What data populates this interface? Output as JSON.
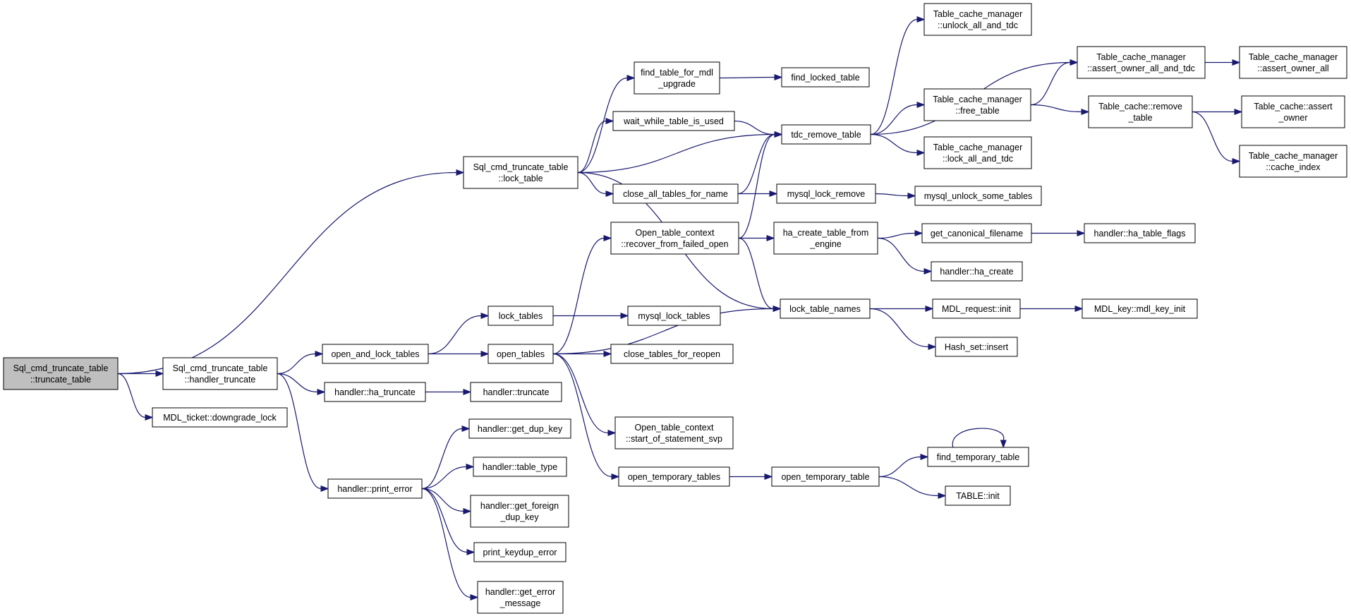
{
  "colors": {
    "edge": "#191970",
    "root_fill": "#bfbfbf",
    "node_fill": "#ffffff",
    "node_stroke": "#000000"
  },
  "nodes": [
    {
      "id": "truncate_table",
      "lines": [
        "Sql_cmd_truncate_table",
        "::truncate_table"
      ]
    },
    {
      "id": "lock_table",
      "lines": [
        "Sql_cmd_truncate_table",
        "::lock_table"
      ]
    },
    {
      "id": "handler_truncate",
      "lines": [
        "Sql_cmd_truncate_table",
        "::handler_truncate"
      ]
    },
    {
      "id": "downgrade_lock",
      "lines": [
        "MDL_ticket::downgrade_lock"
      ]
    },
    {
      "id": "find_table_for_mdl_upgrade",
      "lines": [
        "find_table_for_mdl",
        "_upgrade"
      ]
    },
    {
      "id": "wait_while_table_is_used",
      "lines": [
        "wait_while_table_is_used"
      ]
    },
    {
      "id": "close_all_tables_for_name",
      "lines": [
        "close_all_tables_for_name"
      ]
    },
    {
      "id": "find_locked_table",
      "lines": [
        "find_locked_table"
      ]
    },
    {
      "id": "tdc_remove_table",
      "lines": [
        "tdc_remove_table"
      ]
    },
    {
      "id": "unlock_all_and_tdc",
      "lines": [
        "Table_cache_manager",
        "::unlock_all_and_tdc"
      ]
    },
    {
      "id": "assert_owner_all_and_tdc",
      "lines": [
        "Table_cache_manager",
        "::assert_owner_all_and_tdc"
      ]
    },
    {
      "id": "assert_owner_all",
      "lines": [
        "Table_cache_manager",
        "::assert_owner_all"
      ]
    },
    {
      "id": "free_table",
      "lines": [
        "Table_cache_manager",
        "::free_table"
      ]
    },
    {
      "id": "lock_all_and_tdc",
      "lines": [
        "Table_cache_manager",
        "::lock_all_and_tdc"
      ]
    },
    {
      "id": "remove_table",
      "lines": [
        "Table_cache::remove",
        "_table"
      ]
    },
    {
      "id": "assert_owner",
      "lines": [
        "Table_cache::assert",
        "_owner"
      ]
    },
    {
      "id": "cache_index",
      "lines": [
        "Table_cache_manager",
        "::cache_index"
      ]
    },
    {
      "id": "mysql_lock_remove",
      "lines": [
        "mysql_lock_remove"
      ]
    },
    {
      "id": "mysql_unlock_some_tables",
      "lines": [
        "mysql_unlock_some_tables"
      ]
    },
    {
      "id": "recover_from_failed_open",
      "lines": [
        "Open_table_context",
        "::recover_from_failed_open"
      ]
    },
    {
      "id": "ha_create_table_from_engine",
      "lines": [
        "ha_create_table_from",
        "_engine"
      ]
    },
    {
      "id": "get_canonical_filename",
      "lines": [
        "get_canonical_filename"
      ]
    },
    {
      "id": "ha_table_flags",
      "lines": [
        "handler::ha_table_flags"
      ]
    },
    {
      "id": "ha_create",
      "lines": [
        "handler::ha_create"
      ]
    },
    {
      "id": "lock_table_names",
      "lines": [
        "lock_table_names"
      ]
    },
    {
      "id": "mdl_request_init",
      "lines": [
        "MDL_request::init"
      ]
    },
    {
      "id": "mdl_key_init",
      "lines": [
        "MDL_key::mdl_key_init"
      ]
    },
    {
      "id": "hash_set_insert",
      "lines": [
        "Hash_set::insert"
      ]
    },
    {
      "id": "open_and_lock_tables",
      "lines": [
        "open_and_lock_tables"
      ]
    },
    {
      "id": "lock_tables",
      "lines": [
        "lock_tables"
      ]
    },
    {
      "id": "mysql_lock_tables",
      "lines": [
        "mysql_lock_tables"
      ]
    },
    {
      "id": "open_tables",
      "lines": [
        "open_tables"
      ]
    },
    {
      "id": "close_tables_for_reopen",
      "lines": [
        "close_tables_for_reopen"
      ]
    },
    {
      "id": "ha_truncate",
      "lines": [
        "handler::ha_truncate"
      ]
    },
    {
      "id": "handler_truncate_fn",
      "lines": [
        "handler::truncate"
      ]
    },
    {
      "id": "start_of_statement_svp",
      "lines": [
        "Open_table_context",
        "::start_of_statement_svp"
      ]
    },
    {
      "id": "open_temporary_tables",
      "lines": [
        "open_temporary_tables"
      ]
    },
    {
      "id": "open_temporary_table",
      "lines": [
        "open_temporary_table"
      ]
    },
    {
      "id": "find_temporary_table",
      "lines": [
        "find_temporary_table"
      ]
    },
    {
      "id": "table_init",
      "lines": [
        "TABLE::init"
      ]
    },
    {
      "id": "print_error",
      "lines": [
        "handler::print_error"
      ]
    },
    {
      "id": "get_dup_key",
      "lines": [
        "handler::get_dup_key"
      ]
    },
    {
      "id": "table_type",
      "lines": [
        "handler::table_type"
      ]
    },
    {
      "id": "get_foreign_dup_key",
      "lines": [
        "handler::get_foreign",
        "_dup_key"
      ]
    },
    {
      "id": "print_keydup_error",
      "lines": [
        "print_keydup_error"
      ]
    },
    {
      "id": "get_error_message",
      "lines": [
        "handler::get_error",
        "_message"
      ]
    }
  ],
  "edges": [
    [
      "truncate_table",
      "lock_table"
    ],
    [
      "truncate_table",
      "handler_truncate"
    ],
    [
      "truncate_table",
      "downgrade_lock"
    ],
    [
      "lock_table",
      "find_table_for_mdl_upgrade"
    ],
    [
      "lock_table",
      "wait_while_table_is_used"
    ],
    [
      "lock_table",
      "tdc_remove_table"
    ],
    [
      "lock_table",
      "close_all_tables_for_name"
    ],
    [
      "lock_table",
      "lock_table_names"
    ],
    [
      "find_table_for_mdl_upgrade",
      "find_locked_table"
    ],
    [
      "wait_while_table_is_used",
      "tdc_remove_table"
    ],
    [
      "close_all_tables_for_name",
      "tdc_remove_table"
    ],
    [
      "close_all_tables_for_name",
      "mysql_lock_remove"
    ],
    [
      "tdc_remove_table",
      "unlock_all_and_tdc"
    ],
    [
      "tdc_remove_table",
      "assert_owner_all_and_tdc"
    ],
    [
      "tdc_remove_table",
      "free_table"
    ],
    [
      "tdc_remove_table",
      "lock_all_and_tdc"
    ],
    [
      "assert_owner_all_and_tdc",
      "assert_owner_all"
    ],
    [
      "free_table",
      "assert_owner_all_and_tdc"
    ],
    [
      "free_table",
      "remove_table"
    ],
    [
      "remove_table",
      "assert_owner"
    ],
    [
      "remove_table",
      "cache_index"
    ],
    [
      "mysql_lock_remove",
      "mysql_unlock_some_tables"
    ],
    [
      "recover_from_failed_open",
      "tdc_remove_table"
    ],
    [
      "recover_from_failed_open",
      "ha_create_table_from_engine"
    ],
    [
      "recover_from_failed_open",
      "lock_table_names"
    ],
    [
      "ha_create_table_from_engine",
      "get_canonical_filename"
    ],
    [
      "ha_create_table_from_engine",
      "ha_create"
    ],
    [
      "get_canonical_filename",
      "ha_table_flags"
    ],
    [
      "lock_table_names",
      "mdl_request_init"
    ],
    [
      "lock_table_names",
      "hash_set_insert"
    ],
    [
      "mdl_request_init",
      "mdl_key_init"
    ],
    [
      "handler_truncate",
      "open_and_lock_tables"
    ],
    [
      "handler_truncate",
      "ha_truncate"
    ],
    [
      "handler_truncate",
      "print_error"
    ],
    [
      "open_and_lock_tables",
      "lock_tables"
    ],
    [
      "open_and_lock_tables",
      "open_tables"
    ],
    [
      "lock_tables",
      "mysql_lock_tables"
    ],
    [
      "open_tables",
      "recover_from_failed_open"
    ],
    [
      "open_tables",
      "close_tables_for_reopen"
    ],
    [
      "open_tables",
      "lock_table_names"
    ],
    [
      "open_tables",
      "start_of_statement_svp"
    ],
    [
      "open_tables",
      "open_temporary_tables"
    ],
    [
      "ha_truncate",
      "handler_truncate_fn"
    ],
    [
      "open_temporary_tables",
      "open_temporary_table"
    ],
    [
      "open_temporary_table",
      "find_temporary_table"
    ],
    [
      "open_temporary_table",
      "table_init"
    ],
    [
      "find_temporary_table",
      "find_temporary_table"
    ],
    [
      "print_error",
      "get_dup_key"
    ],
    [
      "print_error",
      "table_type"
    ],
    [
      "print_error",
      "get_foreign_dup_key"
    ],
    [
      "print_error",
      "print_keydup_error"
    ],
    [
      "print_error",
      "get_error_message"
    ]
  ]
}
